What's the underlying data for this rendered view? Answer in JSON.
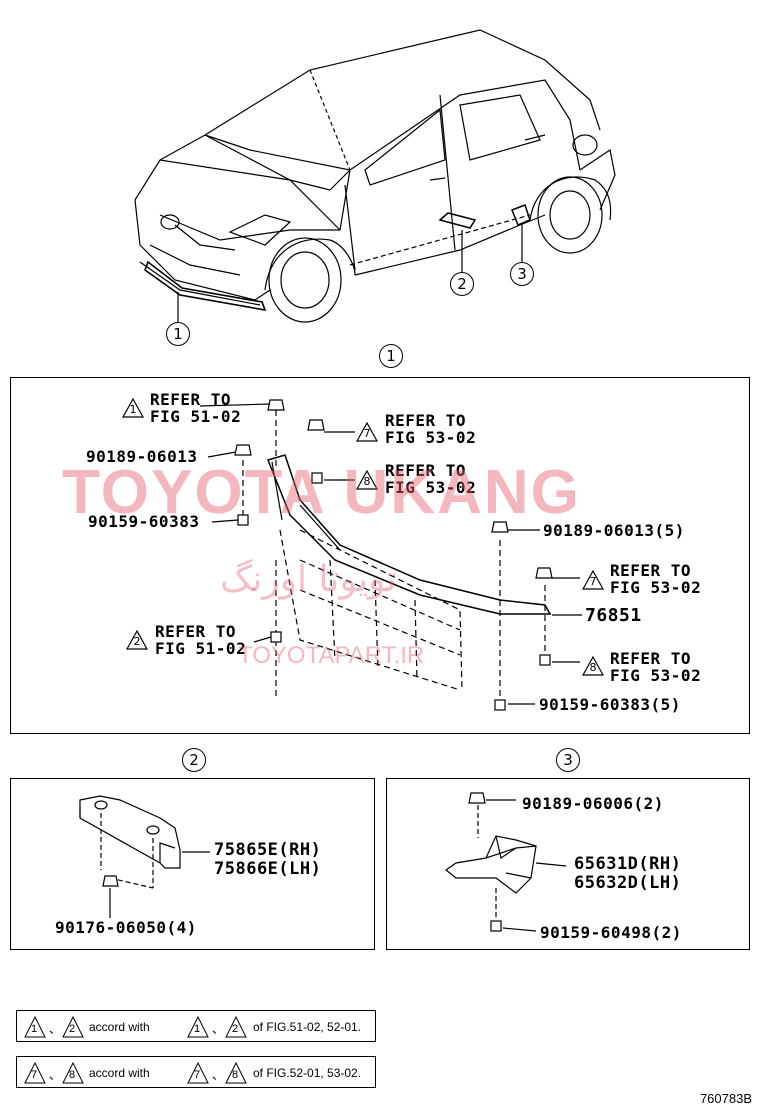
{
  "callouts": {
    "c1_top": "1",
    "c2_top": "2",
    "c3_top": "3",
    "c1_section": "1",
    "c2_section": "2",
    "c3_section": "3"
  },
  "refer": {
    "r1": {
      "tri": "1",
      "line1": "REFER TO",
      "line2": "FIG 51-02"
    },
    "r7a": {
      "tri": "7",
      "line1": "REFER TO",
      "line2": "FIG 53-02"
    },
    "r8a": {
      "tri": "8",
      "line1": "REFER TO",
      "line2": "FIG 53-02"
    },
    "r2": {
      "tri": "2",
      "line1": "REFER TO",
      "line2": "FIG 51-02"
    },
    "r7b": {
      "tri": "7",
      "line1": "REFER TO",
      "line2": "FIG 53-02"
    },
    "r8b": {
      "tri": "8",
      "line1": "REFER TO",
      "line2": "FIG 53-02"
    }
  },
  "parts": {
    "p1": "90189-06013",
    "p2": "90159-60383",
    "p3": "90189-06013(5)",
    "p4": "76851",
    "p5": "90159-60383(5)",
    "p6a": "75865E(RH)",
    "p6b": "75866E(LH)",
    "p7": "90176-06050(4)",
    "p8": "90189-06006(2)",
    "p9a": "65631D(RH)",
    "p9b": "65632D(LH)",
    "p10": "90159-60498(2)"
  },
  "notes": {
    "n1": {
      "a": "1",
      "b": "2",
      "c": "1",
      "d": "2",
      "sep": "、",
      "accord": "accord with",
      "tail": "of FIG.51-02, 52-01."
    },
    "n2": {
      "a": "7",
      "b": "8",
      "c": "7",
      "d": "8",
      "sep": "、",
      "accord": "accord with",
      "tail": "of FIG.52-01, 53-02."
    }
  },
  "watermark": {
    "w1": "TOYOTA UKANG",
    "w2": "تویوتا اورنگ",
    "w3": "TOYOTAPART.IR"
  },
  "figure_code": "760783B"
}
